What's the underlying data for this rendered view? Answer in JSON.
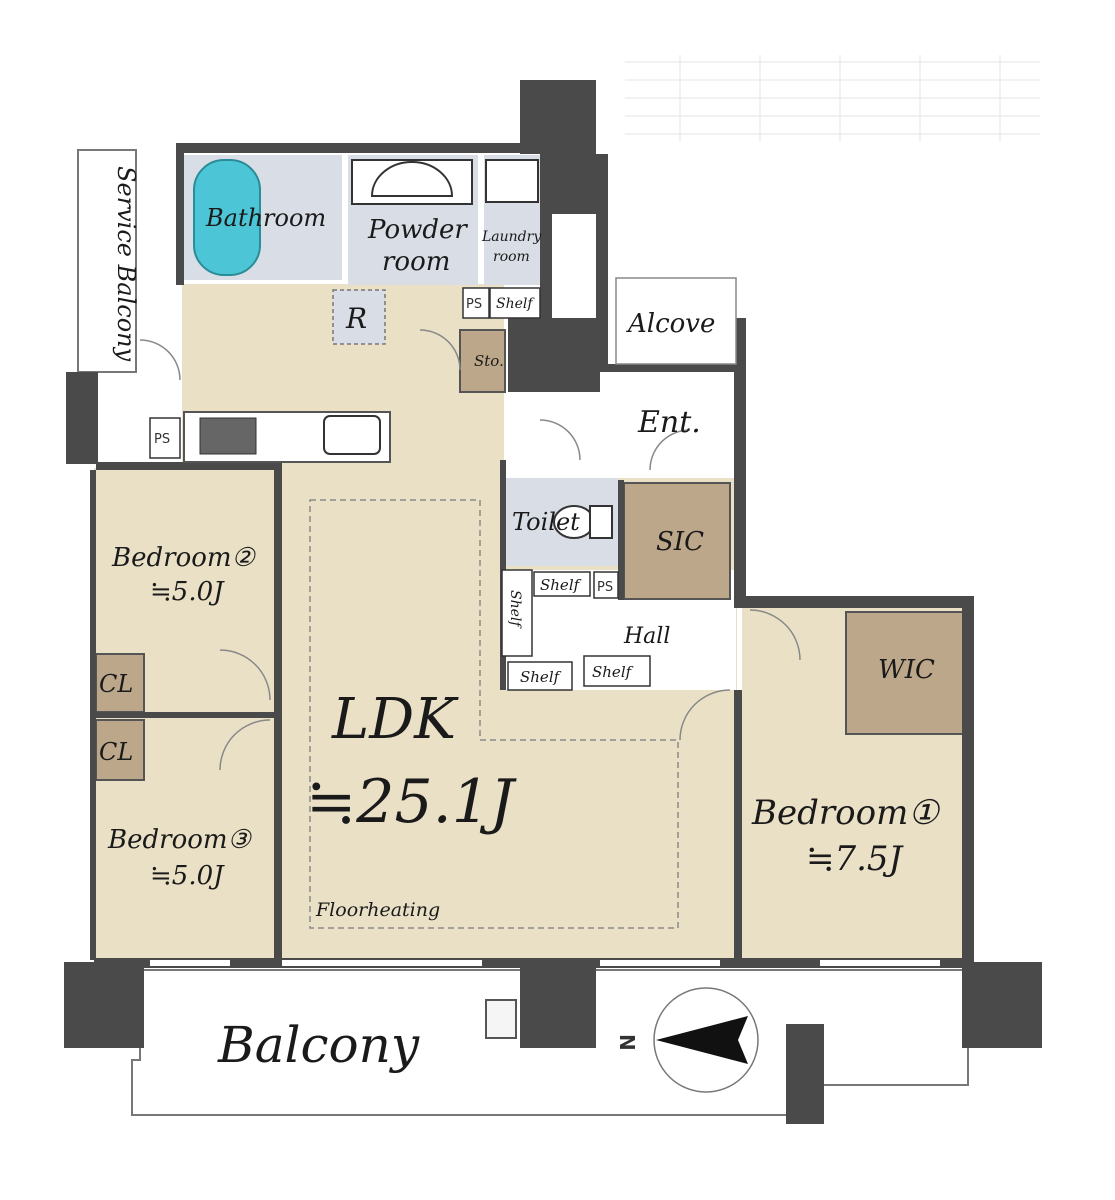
{
  "rooms": {
    "bathroom": "Bathroom",
    "powder_room_line1": "Powder",
    "powder_room_line2": "room",
    "laundry_line1": "Laundry",
    "laundry_line2": "room",
    "ps": "PS",
    "shelf": "Shelf",
    "alcove": "Alcove",
    "refrigerator": "R",
    "storage": "Sto.",
    "entrance": "Ent.",
    "toilet": "Toilet",
    "sic": "SIC",
    "hall": "Hall",
    "wic": "WIC",
    "closet": "CL",
    "service_balcony": "Service Balcony",
    "balcony": "Balcony",
    "ldk": "LDK",
    "ldk_size": "≒25.1J",
    "floor_heating": "Floorheating",
    "bedroom1": "Bedroom①",
    "bedroom1_size": "≒7.5J",
    "bedroom2": "Bedroom②",
    "bedroom2_size": "≒5.0J",
    "bedroom3": "Bedroom③",
    "bedroom3_size": "≒5.0J",
    "compass_north": "N"
  },
  "colors": {
    "floor": "#e9e0c6",
    "wet_area": "#d8dde6",
    "storage": "#bda78a",
    "wall": "#4a4a4a",
    "bathtub": "#4cc6d6"
  }
}
